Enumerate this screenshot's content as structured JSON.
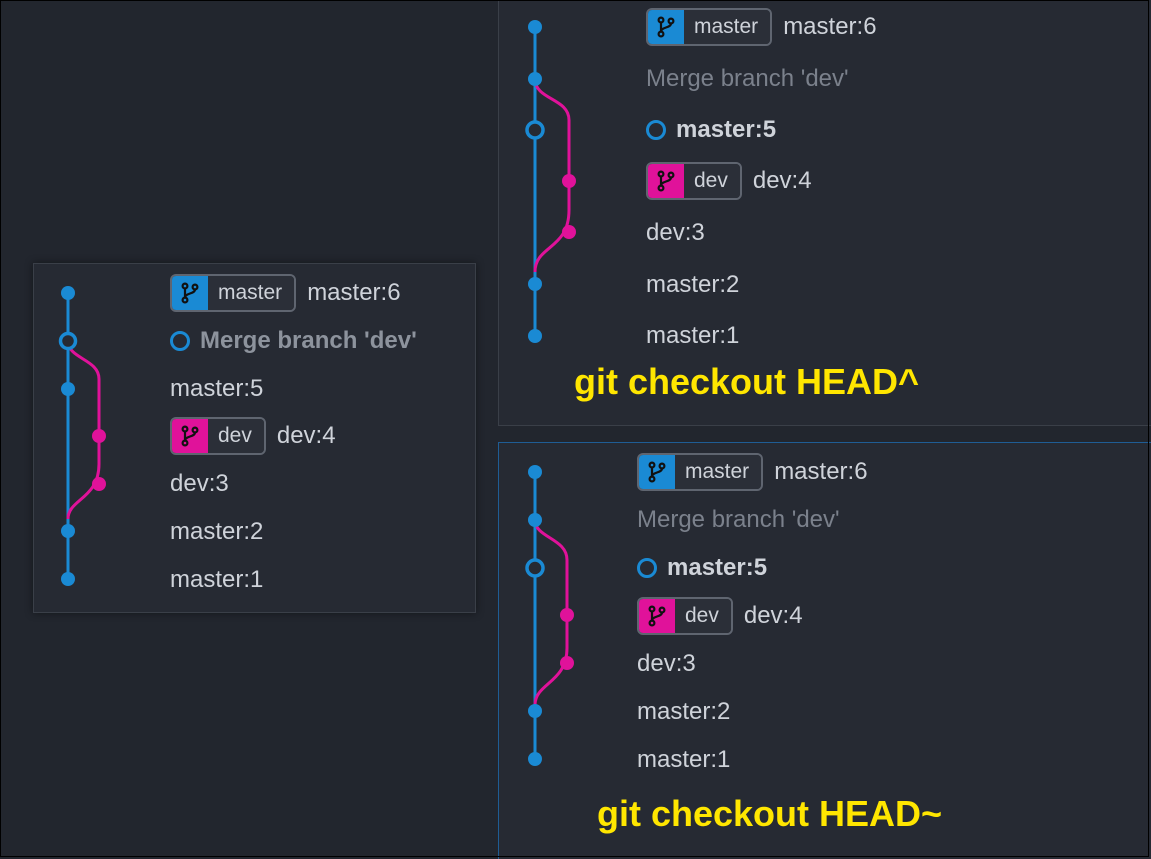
{
  "colors": {
    "master": "#1a8ad4",
    "dev": "#e0129a",
    "background": "#22262e",
    "caption": "#ffe600"
  },
  "icon": "branch-icon",
  "left": {
    "badge_master": "master",
    "row1_msg": "master:6",
    "row2_msg": "Merge branch 'dev'",
    "row3_msg": "master:5",
    "badge_dev": "dev",
    "row4_msg": "dev:4",
    "row5_msg": "dev:3",
    "row6_msg": "master:2",
    "row7_msg": "master:1"
  },
  "top": {
    "badge_master": "master",
    "row1_msg": "master:6",
    "row2_msg": "Merge branch 'dev'",
    "row3_msg": "master:5",
    "badge_dev": "dev",
    "row4_msg": "dev:4",
    "row5_msg": "dev:3",
    "row6_msg": "master:2",
    "row7_msg": "master:1",
    "caption": "git checkout HEAD^"
  },
  "bottom": {
    "badge_master": "master",
    "row1_msg": "master:6",
    "row2_msg": "Merge branch 'dev'",
    "row3_msg": "master:5",
    "badge_dev": "dev",
    "row4_msg": "dev:4",
    "row5_msg": "dev:3",
    "row6_msg": "master:2",
    "row7_msg": "master:1",
    "caption": "git checkout HEAD~"
  }
}
